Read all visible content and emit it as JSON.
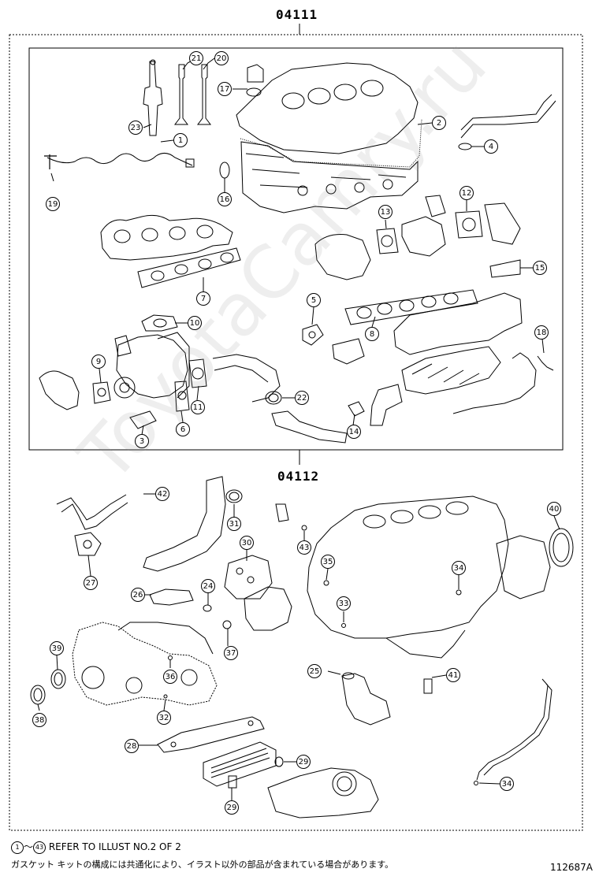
{
  "groups": [
    {
      "code": "04111"
    },
    {
      "code": "04112"
    }
  ],
  "callouts_top": [
    "21",
    "20",
    "17",
    "23",
    "1",
    "2",
    "4",
    "19",
    "16",
    "13",
    "12",
    "15",
    "7",
    "5",
    "10",
    "8",
    "18",
    "9",
    "11",
    "22",
    "6",
    "3",
    "14"
  ],
  "callouts_bottom": [
    "42",
    "31",
    "43",
    "40",
    "27",
    "30",
    "35",
    "34",
    "26",
    "24",
    "33",
    "37",
    "39",
    "36",
    "25",
    "41",
    "38",
    "32",
    "28",
    "29",
    "29",
    "34"
  ],
  "footer": {
    "refer_start": "1",
    "refer_tilde": "～",
    "refer_end": "43",
    "refer_text": "REFER TO ILLUST NO.2 OF 2",
    "note_jp": "ガスケット キットの構成には共通化により、イラスト以外の部品が含まれている場合があります。",
    "illus_number": "112687A"
  },
  "watermark": "ToyotaCamry.ru",
  "colors": {
    "line": "#000000",
    "watermark": "#9a9a9a"
  }
}
